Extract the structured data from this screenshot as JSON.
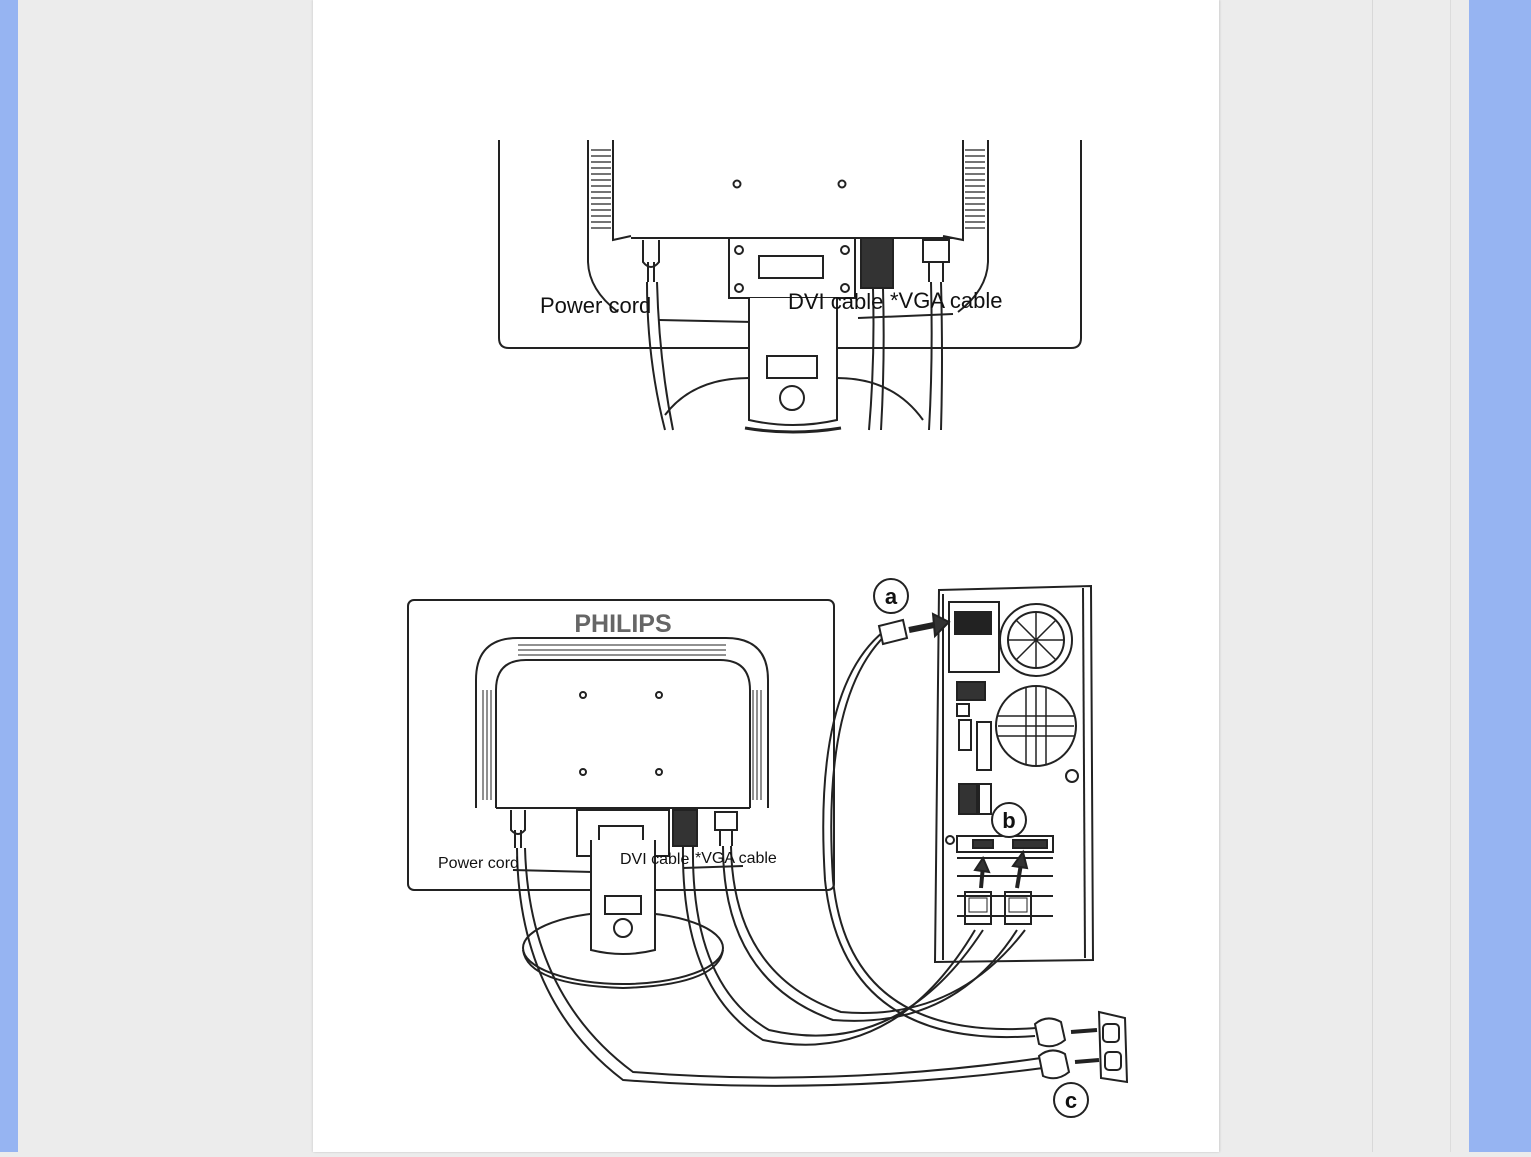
{
  "figure1": {
    "power_cord": "Power cord",
    "dvi_cable": "DVI cable",
    "vga_cable": "*VGA cable"
  },
  "figure2": {
    "brand": "PHILIPS",
    "power_cord": "Power cord",
    "dvi_cable": "DVI cable",
    "vga_cable": "*VGA cable",
    "callout_a": "a",
    "callout_b": "b",
    "callout_c": "c"
  }
}
